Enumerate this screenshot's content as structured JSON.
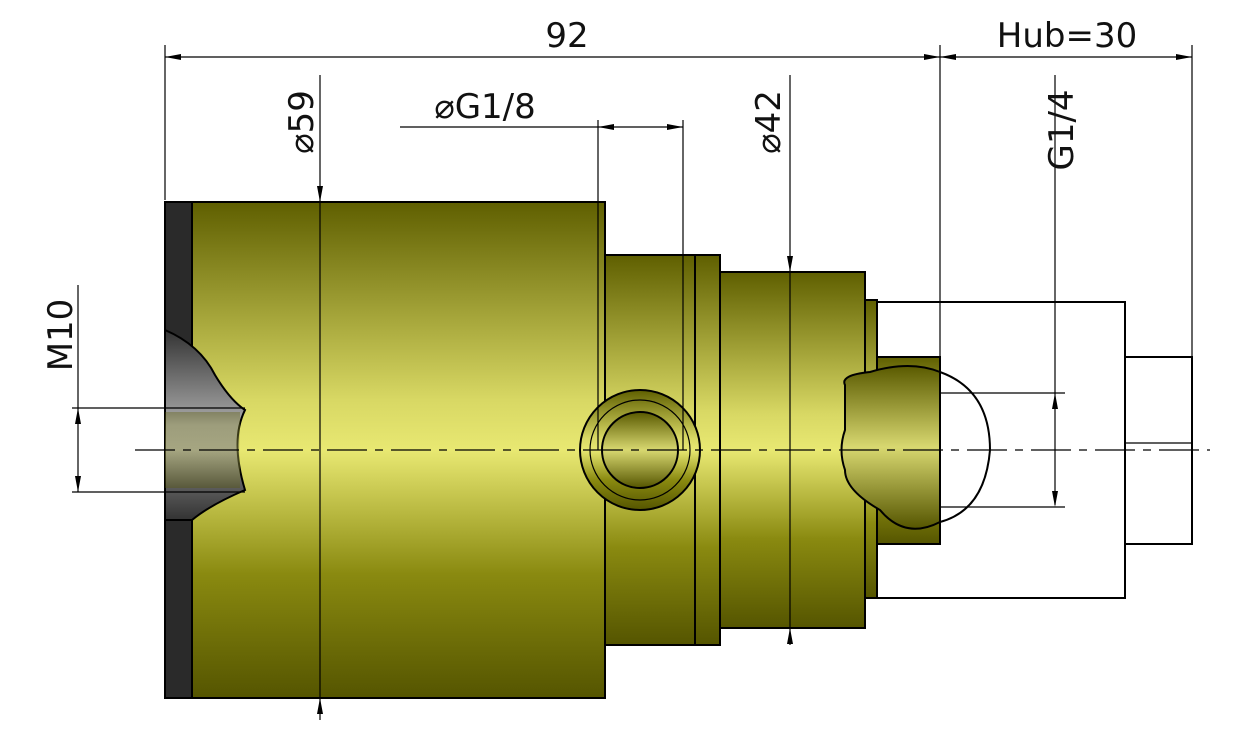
{
  "drawing": {
    "dimensions": {
      "overall_length": "92",
      "hub": "Hub=30",
      "outer_diameter": "⌀59",
      "side_port": "⌀G1/8",
      "step_diameter": "⌀42",
      "rear_port": "G1/4",
      "thread": "M10"
    },
    "colors": {
      "body_dark": "#5c5c00",
      "body_light": "#e8e872",
      "flange": "#2a2a2a",
      "section_gray": "#8a8a8a"
    }
  }
}
